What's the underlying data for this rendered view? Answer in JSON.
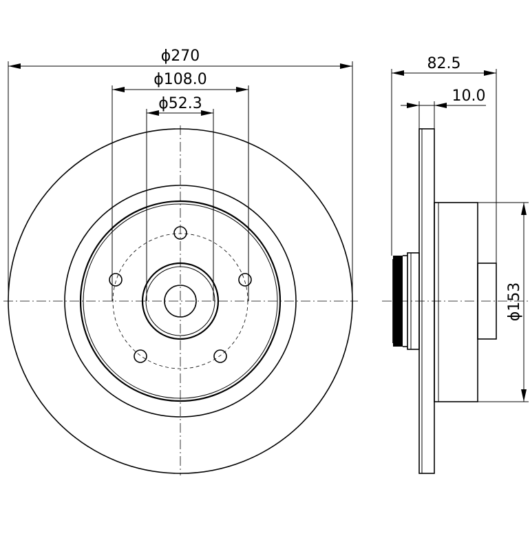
{
  "dimensions": {
    "outer_diameter": "ϕ270",
    "bolt_circle_diameter": "ϕ108.0",
    "center_bore_diameter": "ϕ52.3",
    "overall_height": "82.5",
    "disc_thickness": "10.0",
    "hat_diameter": "ϕ153"
  },
  "disc": {
    "bolt_hole_count": 5
  }
}
